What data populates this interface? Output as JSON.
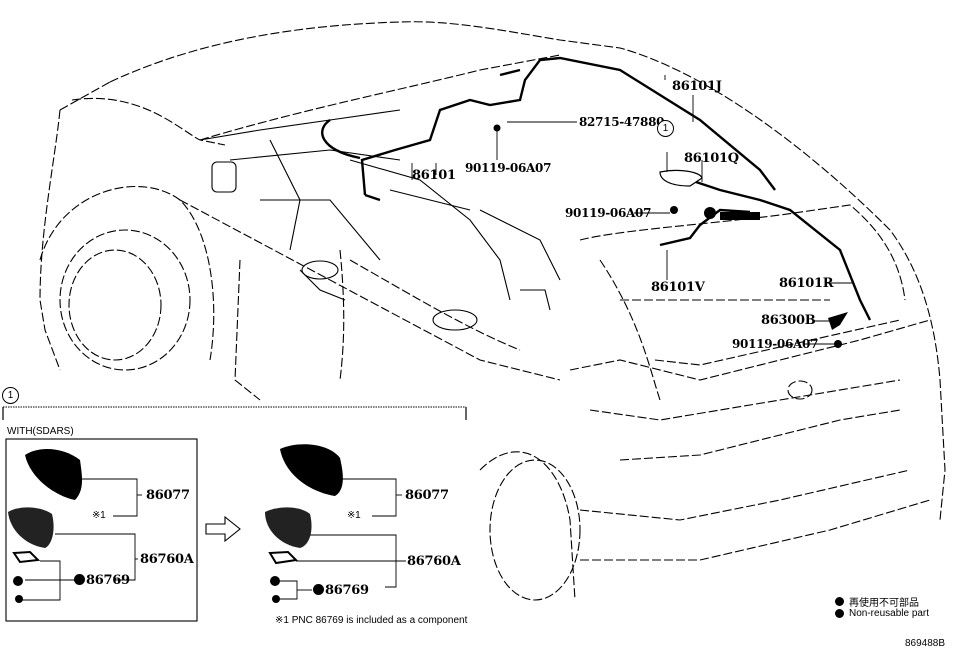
{
  "diagram": {
    "title": "Antenna cord / roof antenna parts diagram",
    "figure_id": "869488B",
    "main_labels": {
      "p86101J": "86101J",
      "p82715": "82715-47880",
      "p86101Q": "86101Q",
      "p90119_a": "90119-06A07",
      "p86101": "86101",
      "p90119_b": "90119-06A07",
      "p86101R": "86101R",
      "p86101V": "86101V",
      "p86300B": "86300B",
      "p90119_c": "90119-06A07"
    },
    "callout_ref": "1",
    "inset": {
      "ref": "1",
      "title": "WITH(SDARS)",
      "before": {
        "label_86077": "86077",
        "label_note_ref": "※1",
        "label_86760A": "86760A",
        "label_86769": "86769"
      },
      "after": {
        "label_86077": "86077",
        "label_note_ref": "※1",
        "label_86760A": "86760A",
        "label_86769": "86769"
      },
      "note": "※1 PNC 86769 is included as a component"
    },
    "legend": [
      {
        "symbol": "filled-circle",
        "text": "再使用不可部品"
      },
      {
        "symbol": "filled-circle",
        "text": "Non-reusable part"
      }
    ]
  }
}
